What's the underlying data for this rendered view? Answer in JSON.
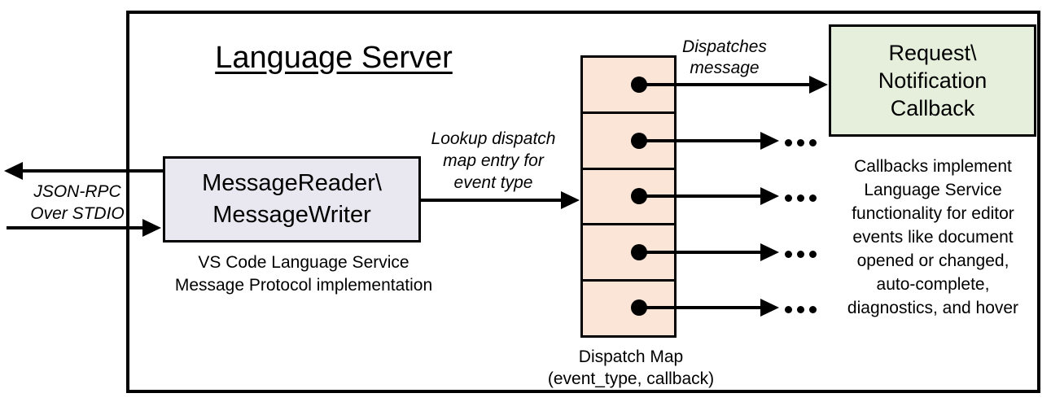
{
  "title": "Language Server",
  "boxes": {
    "reader": {
      "label": "MessageReader\\\nMessageWriter",
      "caption": "VS Code Language Service\nMessage Protocol implementation",
      "fill": "#E9E8F0"
    },
    "dispatch_map": {
      "caption": "Dispatch Map\n(event_type, callback)",
      "fill": "#FBE5D6",
      "cell_count": 5
    },
    "callback": {
      "label": "Request\\\nNotification\nCallback",
      "caption": "Callbacks implement\nLanguage Service\nfunctionality for editor\nevents like document\nopened or changed,\nauto-complete,\ndiagnostics, and hover",
      "fill": "#E6EFDC"
    }
  },
  "labels": {
    "json_rpc": "JSON-RPC\nOver STDIO",
    "lookup": "Lookup dispatch\nmap entry for\nevent type",
    "dispatches": "Dispatches\nmessage"
  },
  "icons": {
    "ellipsis_glyph": "...",
    "arrow_color": "#000000"
  },
  "colors": {
    "line": "#000000",
    "background": "#FFFFFF",
    "reader_fill": "#E9E8F0",
    "map_fill": "#FBE5D6",
    "callback_fill": "#E6EFDC"
  }
}
